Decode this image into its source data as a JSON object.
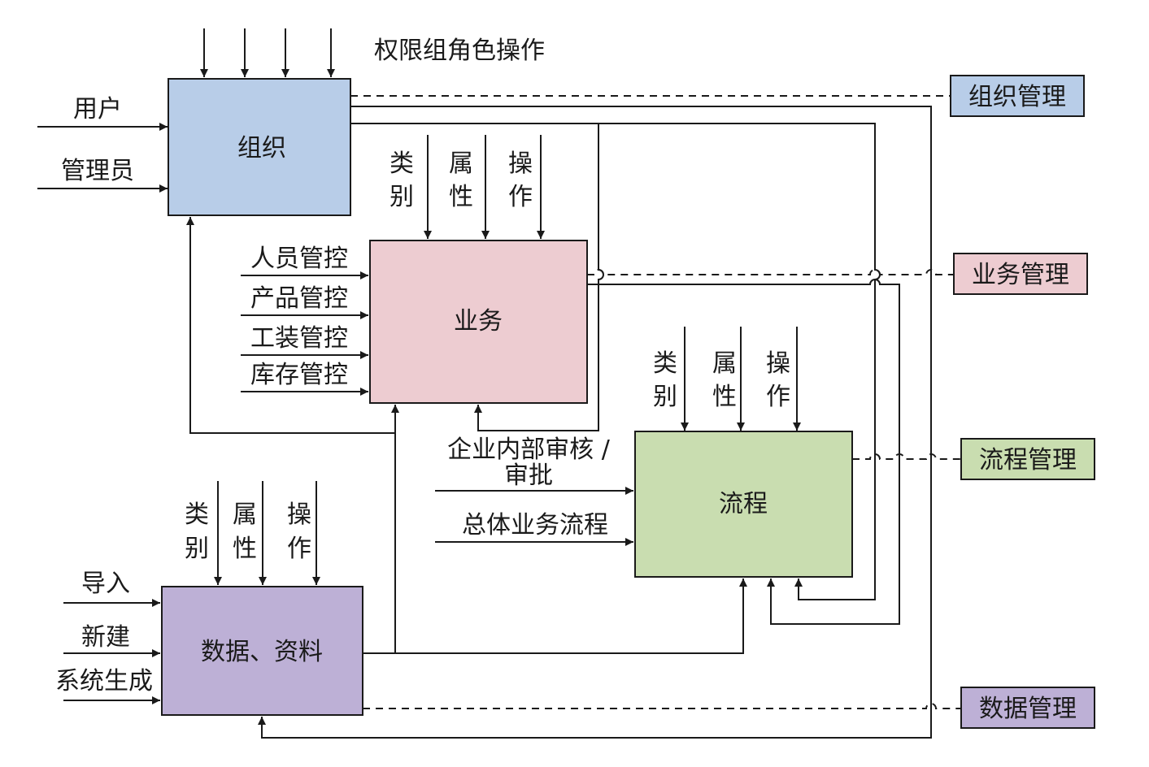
{
  "boxes": {
    "org": {
      "label": "组织",
      "color": "#b8cde8"
    },
    "biz": {
      "label": "业务",
      "color": "#edccd1"
    },
    "process": {
      "label": "流程",
      "color": "#c9ddb0"
    },
    "data": {
      "label": "数据、资料",
      "color": "#bdb0d6"
    }
  },
  "mgmt": {
    "org": {
      "label": "组织管理",
      "color": "#b8cde8"
    },
    "biz": {
      "label": "业务管理",
      "color": "#edccd1"
    },
    "process": {
      "label": "流程管理",
      "color": "#c9ddb0"
    },
    "data": {
      "label": "数据管理",
      "color": "#bdb0d6"
    }
  },
  "org_controls_label": "权限组角色操作",
  "org_inputs": [
    "用户",
    "管理员"
  ],
  "biz_controls": [
    {
      "line1": "类",
      "line2": "别"
    },
    {
      "line1": "属",
      "line2": "性"
    },
    {
      "line1": "操",
      "line2": "作"
    }
  ],
  "biz_inputs": [
    "人员管控",
    "产品管控",
    "工装管控",
    "库存管控"
  ],
  "process_controls": [
    {
      "line1": "类",
      "line2": "别"
    },
    {
      "line1": "属",
      "line2": "性"
    },
    {
      "line1": "操",
      "line2": "作"
    }
  ],
  "process_inputs": {
    "review_line1": "企业内部审核 /",
    "review_line2": "审批",
    "overall": "总体业务流程"
  },
  "data_controls": [
    {
      "line1": "类",
      "line2": "别"
    },
    {
      "line1": "属",
      "line2": "性"
    },
    {
      "line1": "操",
      "line2": "作"
    }
  ],
  "data_inputs": [
    "导入",
    "新建",
    "系统生成"
  ]
}
